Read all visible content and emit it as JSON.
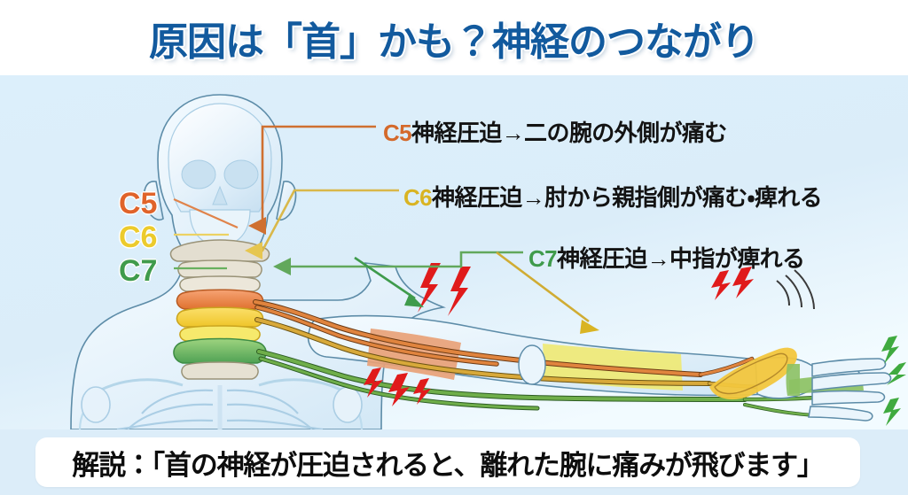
{
  "title": "原因は「首」かも？神経のつながり",
  "caption": "解説：「首の神経が圧迫されると、離れた腕に痛みが飛びます」",
  "colors": {
    "title": "#125a9e",
    "background": "#d6eaf8",
    "c5": "#e0632a",
    "c6": "#eccb2c",
    "c7": "#3f9b4c",
    "pain_red": "#e01b1b",
    "bone": "#eaf3fa",
    "caption_box": "#ffffff"
  },
  "vertebra_labels": [
    {
      "id": "c5",
      "text": "C5",
      "color": "#e0632a"
    },
    {
      "id": "c6",
      "text": "C6",
      "color": "#eccb2c"
    },
    {
      "id": "c7",
      "text": "C7",
      "color": "#3f9b4c"
    }
  ],
  "callouts": [
    {
      "id": "c5",
      "code": "C5",
      "body": "神経圧迫→二の腕の外側が痛む",
      "color": "#d4692b"
    },
    {
      "id": "c6",
      "code": "C6",
      "body": "神経圧迫→肘から親指側が痛む・痺れる",
      "color": "#d9b423"
    },
    {
      "id": "c7",
      "code": "C7",
      "body": "神経圧迫→中指が痺れる",
      "color": "#3f9b4c"
    }
  ],
  "illustration": {
    "alt": "首の神経（C5・C6・C7）が腕から手の指へつながる解剖図",
    "regions": [
      {
        "name": "upper-arm-highlight",
        "color": "#e8a177"
      },
      {
        "name": "forearm-highlight",
        "color": "#f0e96a"
      },
      {
        "name": "thumb-highlight",
        "color": "#f2c63d"
      },
      {
        "name": "middle-finger-highlight",
        "color": "#8cc163"
      }
    ],
    "pain_markers": [
      {
        "name": "upper-arm-pain-bolts",
        "color": "#e01b1b",
        "count": 2
      },
      {
        "name": "upper-arm-lower-pain-bolts",
        "color": "#e01b1b",
        "count": 3
      },
      {
        "name": "thumb-pain-bolts",
        "color": "#e01b1b",
        "count": 2
      },
      {
        "name": "middle-finger-tingle-bolts",
        "color": "#3f9b4c",
        "count": 3
      }
    ]
  }
}
